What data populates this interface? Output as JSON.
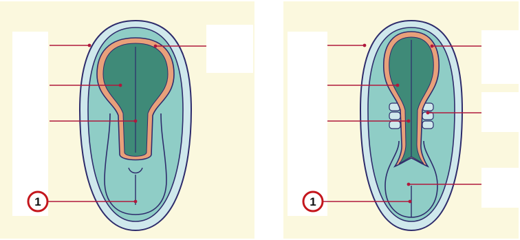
{
  "colors": {
    "background_panel": "#fbf8de",
    "outer_membrane_fill": "#cfe8ec",
    "outer_membrane_stroke": "#2d2b6b",
    "inner_body_fill": "#8fcdc6",
    "neural_plate_fill": "#3f8a78",
    "neural_fold_fill": "#e8a07a",
    "leader_line": "#b0183c",
    "callout_circle_stroke": "#c4161c",
    "blank_label_box": "#ffffff"
  },
  "panels": [
    {
      "id": "left-embryo",
      "callout_number": "1"
    },
    {
      "id": "right-embryo",
      "callout_number": "1"
    }
  ]
}
